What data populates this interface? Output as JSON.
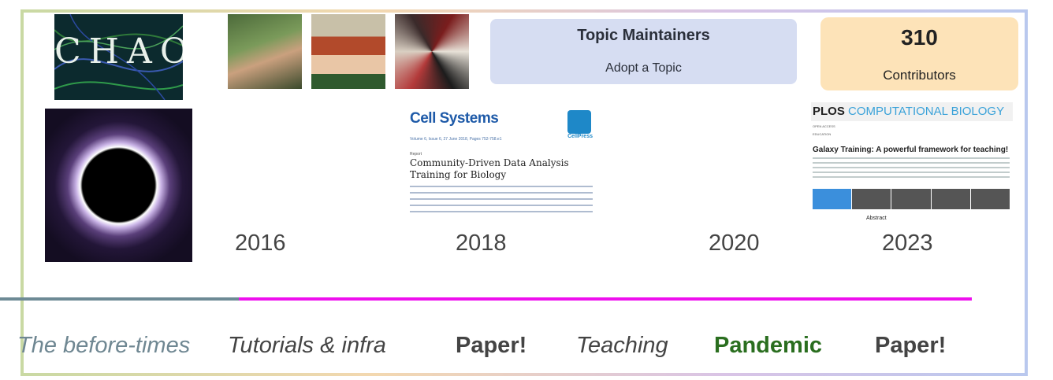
{
  "top_row": {
    "chaos_text": "CHAOS",
    "topic_card": {
      "title": "Topic Maintainers",
      "subtitle": "Adopt a Topic",
      "bg_color": "#d6ddf2"
    },
    "contributors_card": {
      "count": "310",
      "label": "Contributors",
      "bg_color": "#fde3b8"
    }
  },
  "cell_systems": {
    "journal": "Cell Systems",
    "logo_text": "CellPress",
    "meta": "Volume 6, Issue 6, 27 June 2018, Pages 752-758.e1",
    "report": "Report",
    "article_title": "Community-Driven Data Analysis Training for Biology"
  },
  "plos": {
    "journal_prefix": "PLOS",
    "journal_name": "COMPUTATIONAL BIOLOGY",
    "open_access": "OPEN ACCESS",
    "section": "EDUCATION",
    "article_title": "Galaxy Training: A powerful framework for teaching!",
    "abstract": "Abstract",
    "accent_color": "#3aa2d9"
  },
  "years": [
    "2016",
    "2018",
    "2020",
    "2023"
  ],
  "eras": [
    "The before-times",
    "Tutorials & infra",
    "Paper!",
    "Teaching",
    "Pandemic",
    "Paper!"
  ],
  "colors": {
    "timeline_past": "#6d8a95",
    "timeline_main": "#ee10ee",
    "pandemic": "#2a6e1f"
  }
}
